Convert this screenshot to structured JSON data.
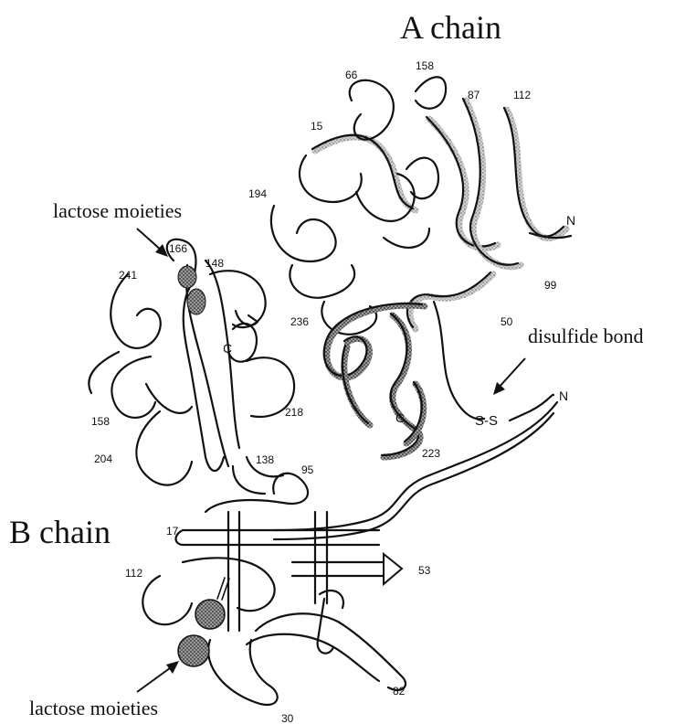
{
  "titles": {
    "a_chain": "A chain",
    "b_chain": "B chain"
  },
  "annotations": {
    "lactose_top": "lactose moieties",
    "lactose_bottom": "lactose moieties",
    "disulfide": "disulfide bond",
    "ss_bond": "S-S"
  },
  "termini": {
    "a_n": "N",
    "a_c": "C",
    "b_n": "N",
    "b_c": "C"
  },
  "residues_a": [
    "66",
    "158",
    "87",
    "112",
    "15",
    "194",
    "99",
    "50",
    "236",
    "223"
  ],
  "residues_b": [
    "166",
    "148",
    "241",
    "218",
    "158",
    "204",
    "138",
    "95",
    "17",
    "112",
    "53",
    "82",
    "30"
  ],
  "colors": {
    "ink": "#111111",
    "stipple_light": "#b8b8b8",
    "stipple_dark": "#555555",
    "background": "#ffffff"
  }
}
